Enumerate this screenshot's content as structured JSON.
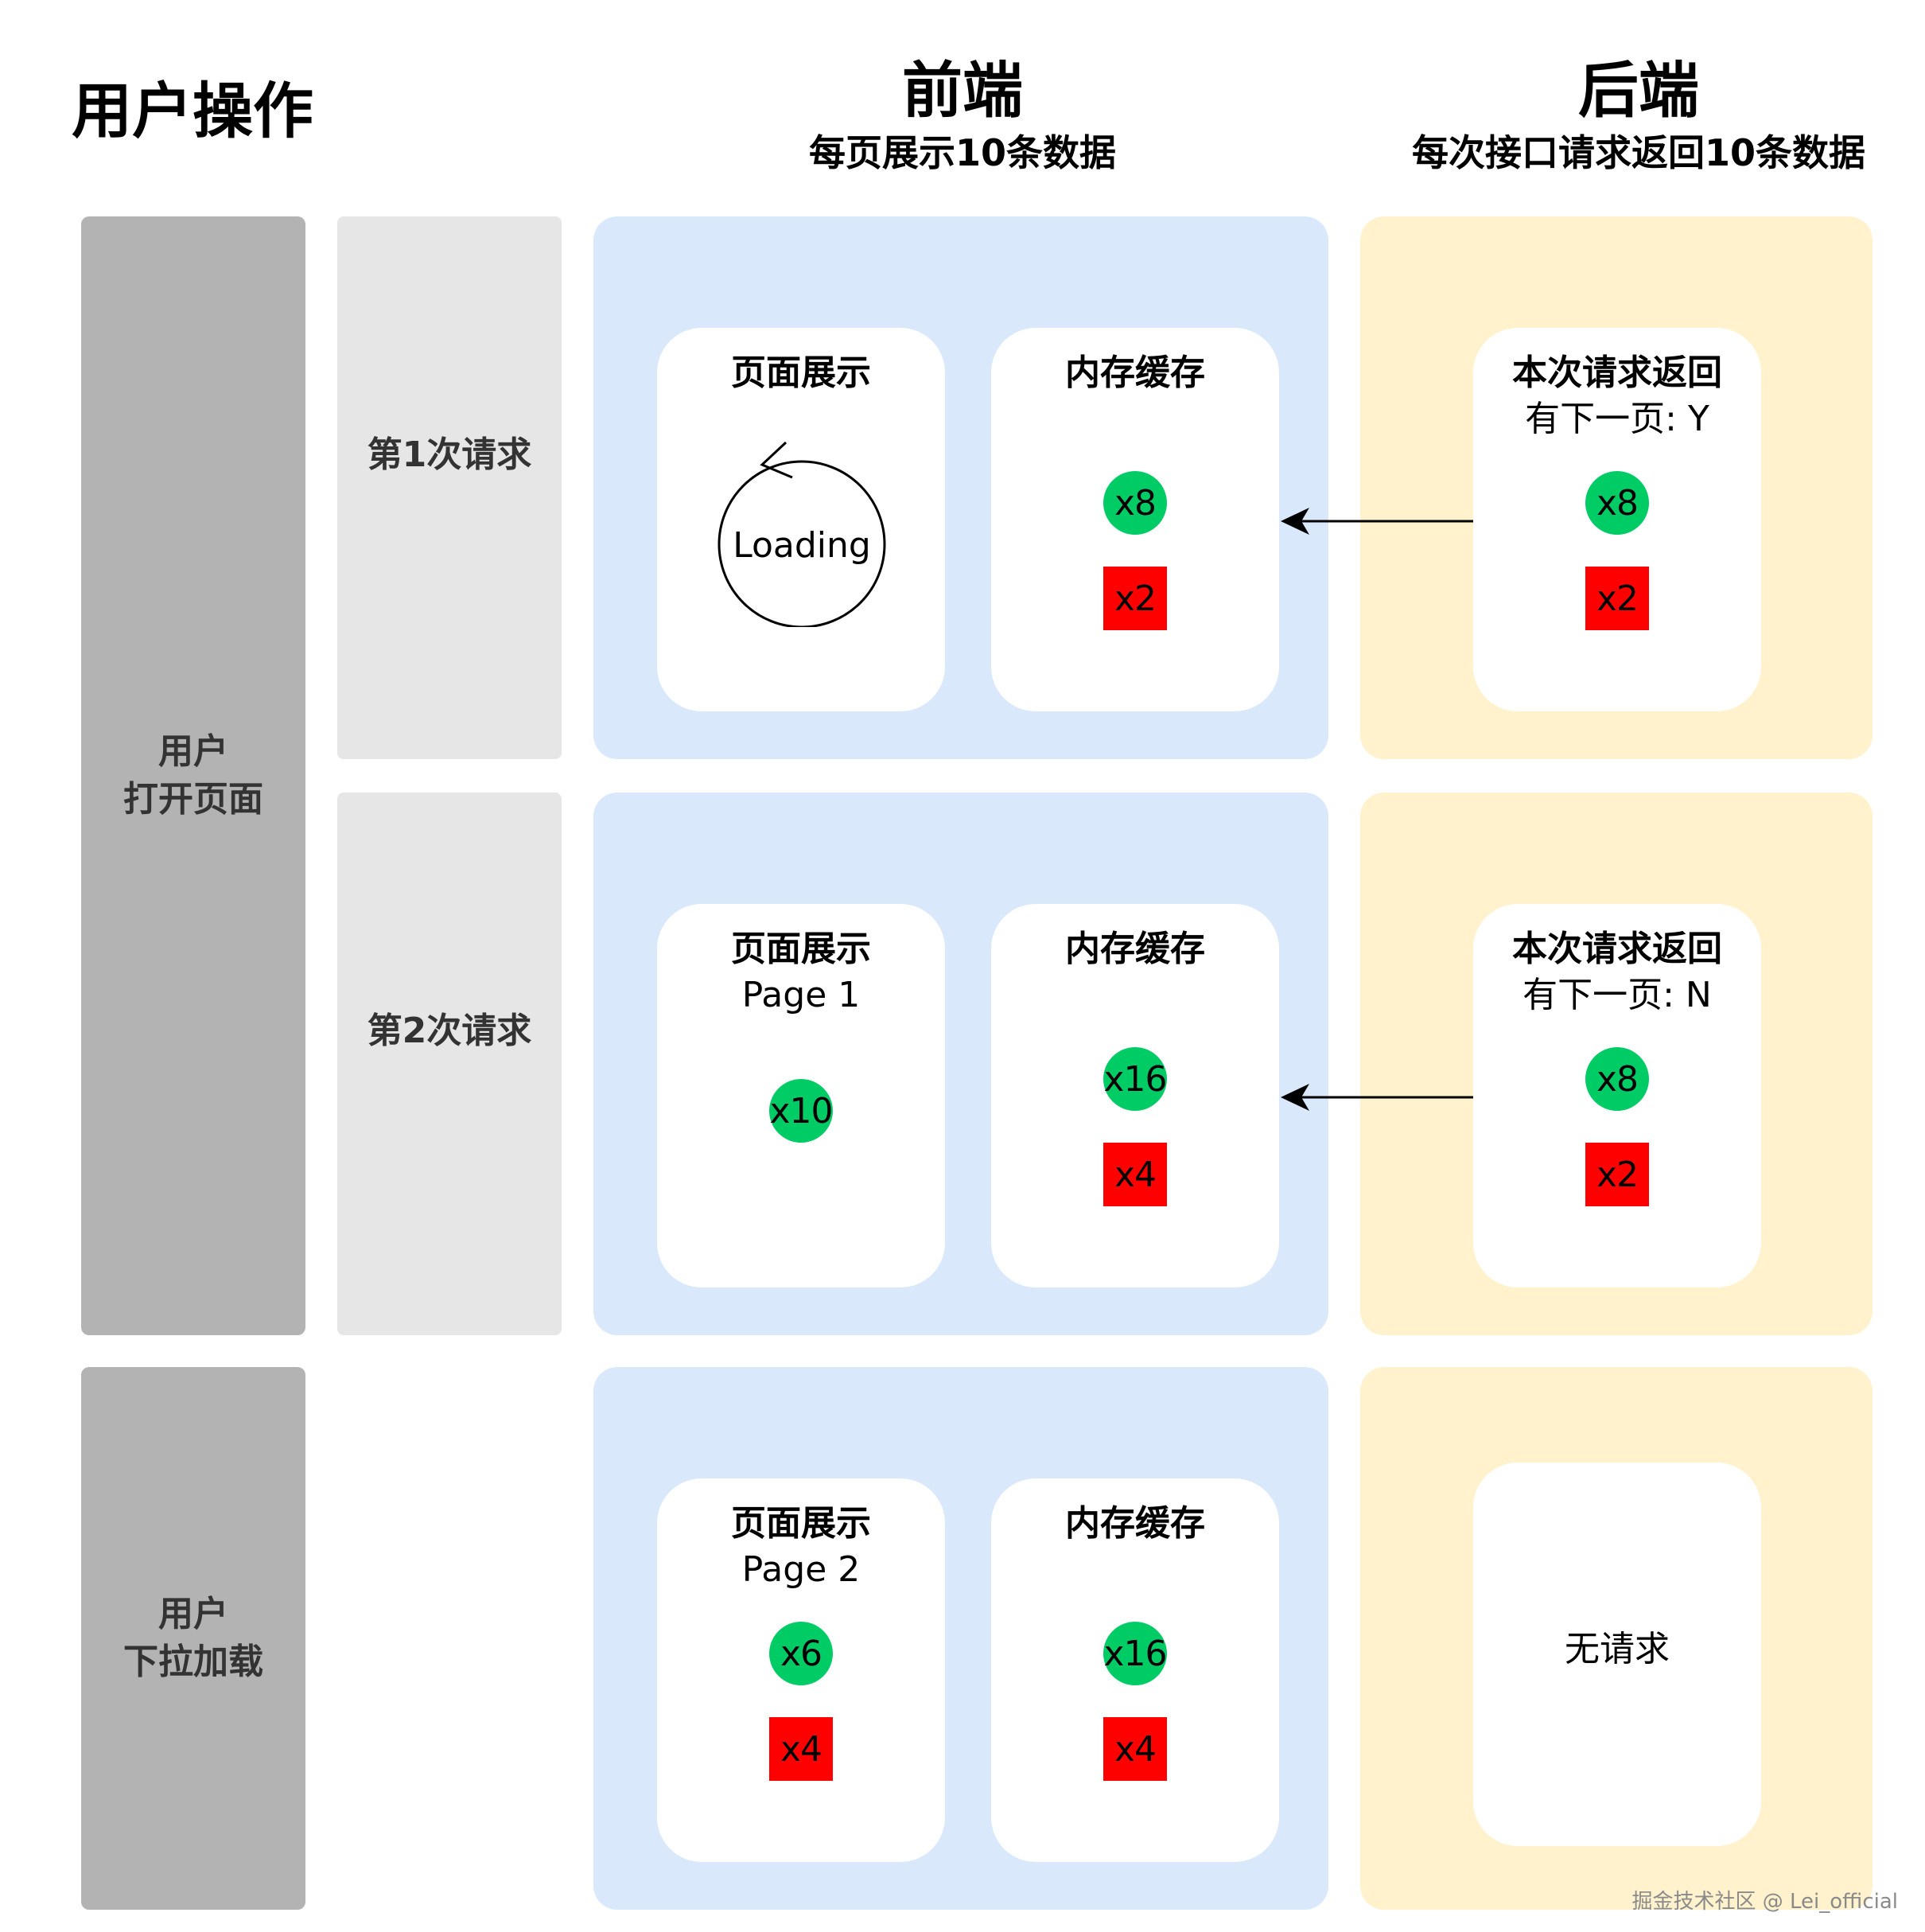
{
  "headers": {
    "user_ops": "用户操作",
    "frontend": "前端",
    "frontend_sub": "每页展示10条数据",
    "backend": "后端",
    "backend_sub": "每次接口请求返回10条数据"
  },
  "user_actions": {
    "open_line1": "用户",
    "open_line2": "打开页面",
    "pull_line1": "用户",
    "pull_line2": "下拉加载"
  },
  "requests": {
    "first": "第1次请求",
    "second": "第2次请求"
  },
  "rows": [
    {
      "display": {
        "title": "页面展示",
        "subtitle": "",
        "loading": "Loading",
        "items": []
      },
      "cache": {
        "title": "内存缓存",
        "items": [
          {
            "label": "x8",
            "color": "green"
          },
          {
            "label": "x2",
            "color": "red"
          }
        ]
      },
      "backend": {
        "title": "本次请求返回",
        "subtitle": "有下一页: Y",
        "items": [
          {
            "label": "x8",
            "color": "green"
          },
          {
            "label": "x2",
            "color": "red"
          }
        ]
      }
    },
    {
      "display": {
        "title": "页面展示",
        "subtitle": "Page 1",
        "items": [
          {
            "label": "x10",
            "color": "green"
          }
        ]
      },
      "cache": {
        "title": "内存缓存",
        "items": [
          {
            "label": "x16",
            "color": "green"
          },
          {
            "label": "x4",
            "color": "red"
          }
        ]
      },
      "backend": {
        "title": "本次请求返回",
        "subtitle": "有下一页: N",
        "items": [
          {
            "label": "x8",
            "color": "green"
          },
          {
            "label": "x2",
            "color": "red"
          }
        ]
      }
    },
    {
      "display": {
        "title": "页面展示",
        "subtitle": "Page 2",
        "items": [
          {
            "label": "x6",
            "color": "green"
          },
          {
            "label": "x4",
            "color": "red"
          }
        ]
      },
      "cache": {
        "title": "内存缓存",
        "items": [
          {
            "label": "x16",
            "color": "green"
          },
          {
            "label": "x4",
            "color": "red"
          }
        ]
      },
      "backend": {
        "message": "无请求"
      }
    }
  ],
  "colors": {
    "green": "#00cc66",
    "red": "#ff0000",
    "frontend_bg": "#dae8fc",
    "backend_bg": "#fff2cc",
    "user_bar": "#b3b3b3",
    "request_bar": "#e6e6e6"
  },
  "watermark": "掘金技术社区 @ Lei_official"
}
